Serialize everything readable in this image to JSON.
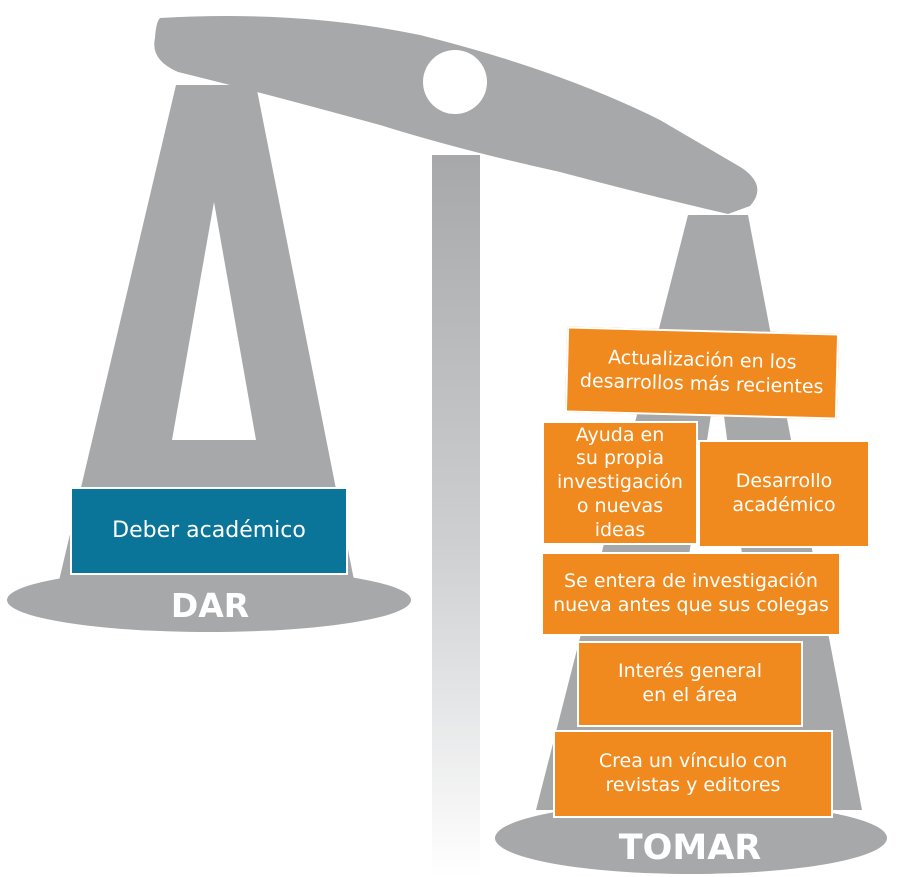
{
  "left_side": {
    "label": "DAR",
    "items": [
      "Deber académico"
    ]
  },
  "right_side": {
    "label": "TOMAR",
    "items": [
      "Actualización en los\ndesarrollos más recientes",
      "Ayuda en\nsu propia\ninvestigación\no nuevas ideas",
      "Desarrollo\nacadémico",
      "Se entera de investigación\nnueva antes que sus colegas",
      "Interés general\nen el área",
      "Crea un vínculo con\nrevistas y editores"
    ]
  },
  "colors": {
    "scale_gray": "#a7a8aa",
    "box_orange": "#f08a1e",
    "box_blue": "#0b7499"
  }
}
